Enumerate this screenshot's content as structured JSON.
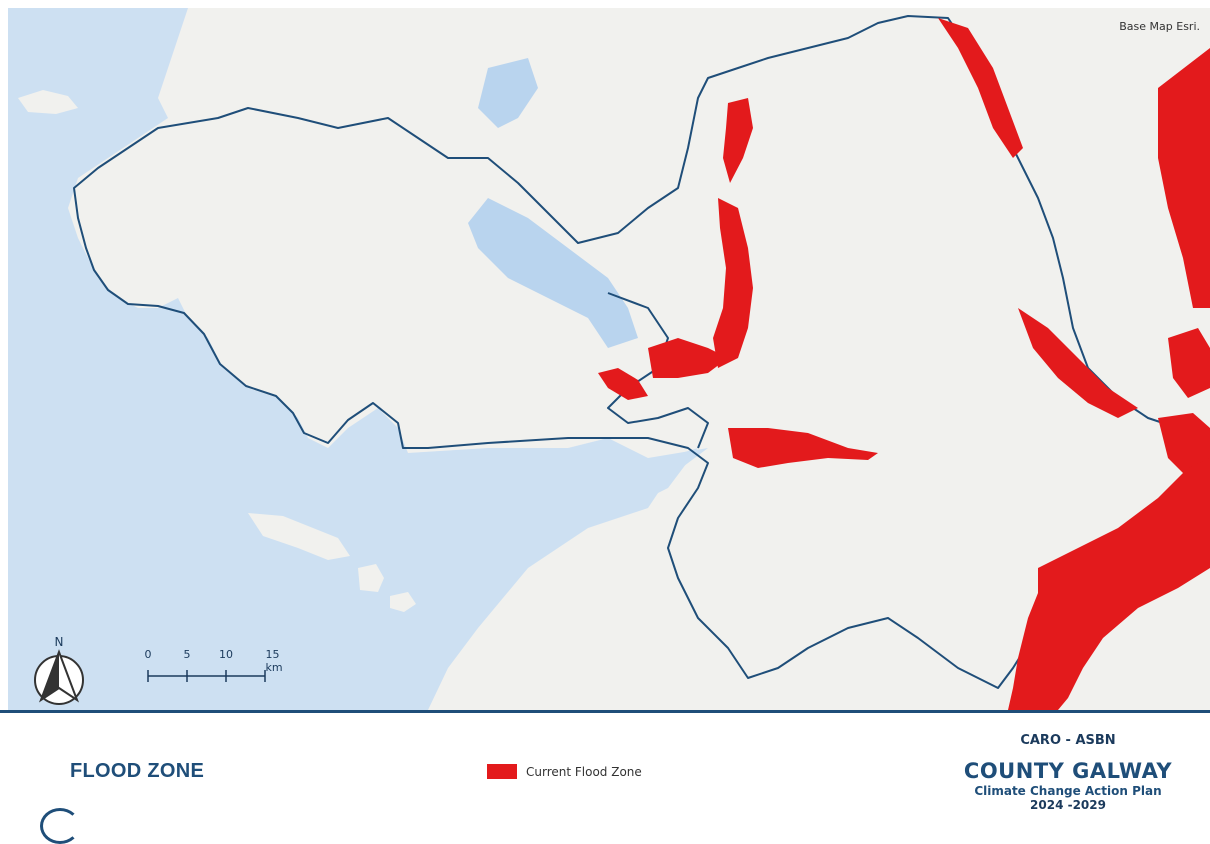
{
  "map": {
    "credit": "Base Map Esri.",
    "north_label": "N",
    "scale": {
      "ticks": [
        "0",
        "5",
        "10",
        "15 km"
      ]
    },
    "colors": {
      "sea": "#cde0f2",
      "land": "#f1f1ee",
      "boundary": "#1f4e79",
      "flood": "#e31a1c",
      "water": "#b9d4ee"
    }
  },
  "legend": {
    "title": "FLOOD ZONE",
    "items": [
      {
        "label": "Current Flood Zone",
        "color": "#e31a1c"
      }
    ]
  },
  "plan": {
    "org": "CARO - ASBN",
    "county": "COUNTY GALWAY",
    "title": "Climate Change Action Plan",
    "years": "2024 -2029"
  }
}
